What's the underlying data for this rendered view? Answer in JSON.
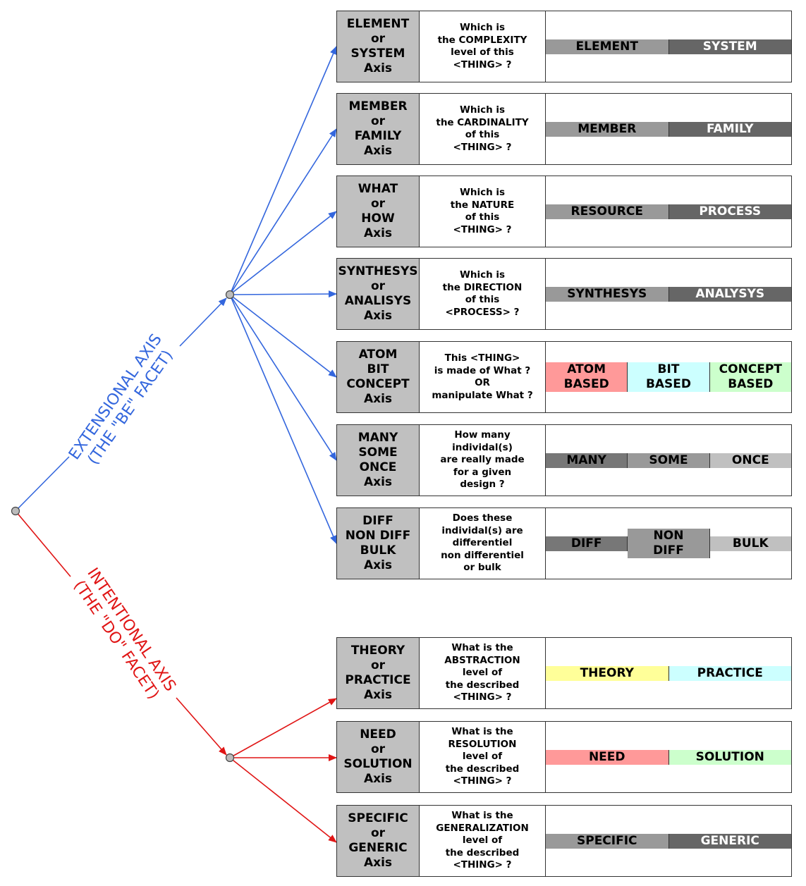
{
  "extensional_facet": {
    "label": "EXTENSIONAL AXIS\n(THE \"BE\" FACET)",
    "color": "#3366dd"
  },
  "intentional_facet": {
    "label": "INTENTIONAL AXIS\n(THE \"DO\" FACET)",
    "color": "#e01515"
  },
  "colors": {
    "light_gray": "#c0c0c0",
    "mid_gray": "#999999",
    "dark_gray": "#666666",
    "pink": "#ff9999",
    "cyan": "#ccffff",
    "light_green": "#ccffcc",
    "yellow": "#ffff99"
  },
  "axes": [
    {
      "name": "ELEMENT\nor\nSYSTEM\nAxis",
      "question": "Which is\nthe COMPLEXITY\nlevel of this\n<THING> ?",
      "values": [
        {
          "label": "ELEMENT",
          "bg": "#999999",
          "fg": "#000000"
        },
        {
          "label": "SYSTEM",
          "bg": "#666666",
          "fg": "#ffffff"
        }
      ]
    },
    {
      "name": "MEMBER\nor\nFAMILY\nAxis",
      "question": "Which is\nthe CARDINALITY\nof this\n<THING> ?",
      "values": [
        {
          "label": "MEMBER",
          "bg": "#999999",
          "fg": "#000000"
        },
        {
          "label": "FAMILY",
          "bg": "#666666",
          "fg": "#ffffff"
        }
      ]
    },
    {
      "name": "WHAT\nor\nHOW\nAxis",
      "question": "Which is\nthe NATURE\nof this\n<THING> ?",
      "values": [
        {
          "label": "RESOURCE",
          "bg": "#999999",
          "fg": "#000000"
        },
        {
          "label": "PROCESS",
          "bg": "#666666",
          "fg": "#ffffff"
        }
      ]
    },
    {
      "name": "SYNTHESYS\nor\nANALISYS\nAxis",
      "question": "Which is\nthe DIRECTION\nof this\n<PROCESS> ?",
      "values": [
        {
          "label": "SYNTHESYS",
          "bg": "#999999",
          "fg": "#000000"
        },
        {
          "label": "ANALYSYS",
          "bg": "#666666",
          "fg": "#ffffff"
        }
      ]
    },
    {
      "name": "ATOM\nBIT\nCONCEPT\nAxis",
      "question": "This <THING>\nis made of What ?\nOR\nmanipulate What ?",
      "values": [
        {
          "label": "ATOM\nBASED",
          "bg": "#ff9999",
          "fg": "#000000"
        },
        {
          "label": "BIT\nBASED",
          "bg": "#ccffff",
          "fg": "#000000"
        },
        {
          "label": "CONCEPT\nBASED",
          "bg": "#ccffcc",
          "fg": "#000000"
        }
      ]
    },
    {
      "name": "MANY\nSOME\nONCE\nAxis",
      "question": "How many\nindividal(s)\nare really made\nfor a given\ndesign ?",
      "values": [
        {
          "label": "MANY",
          "bg": "#777777",
          "fg": "#000000"
        },
        {
          "label": "SOME",
          "bg": "#999999",
          "fg": "#000000"
        },
        {
          "label": "ONCE",
          "bg": "#c0c0c0",
          "fg": "#000000"
        }
      ]
    },
    {
      "name": "DIFF\nNON DIFF\nBULK\nAxis",
      "question": "Does these\nindividal(s) are\ndifferentiel\nnon differentiel\nor bulk",
      "values": [
        {
          "label": "DIFF",
          "bg": "#777777",
          "fg": "#000000"
        },
        {
          "label": "NON\nDIFF",
          "bg": "#999999",
          "fg": "#000000"
        },
        {
          "label": "BULK",
          "bg": "#c0c0c0",
          "fg": "#000000"
        }
      ]
    },
    {
      "name": "THEORY\nor\nPRACTICE\nAxis",
      "question": "What is the\nABSTRACTION\nlevel of\nthe described\n<THING> ?",
      "values": [
        {
          "label": "THEORY",
          "bg": "#ffff99",
          "fg": "#000000"
        },
        {
          "label": "PRACTICE",
          "bg": "#ccffff",
          "fg": "#000000"
        }
      ]
    },
    {
      "name": "NEED\nor\nSOLUTION\nAxis",
      "question": "What is the\nRESOLUTION\nlevel of\nthe described\n<THING> ?",
      "values": [
        {
          "label": "NEED",
          "bg": "#ff9999",
          "fg": "#000000"
        },
        {
          "label": "SOLUTION",
          "bg": "#ccffcc",
          "fg": "#000000"
        }
      ]
    },
    {
      "name": "SPECIFIC\nor\nGENERIC\nAxis",
      "question": "What is the\nGENERALIZATION\nlevel of\nthe described\n<THING> ?",
      "values": [
        {
          "label": "SPECIFIC",
          "bg": "#999999",
          "fg": "#000000"
        },
        {
          "label": "GENERIC",
          "bg": "#666666",
          "fg": "#ffffff"
        }
      ]
    }
  ]
}
